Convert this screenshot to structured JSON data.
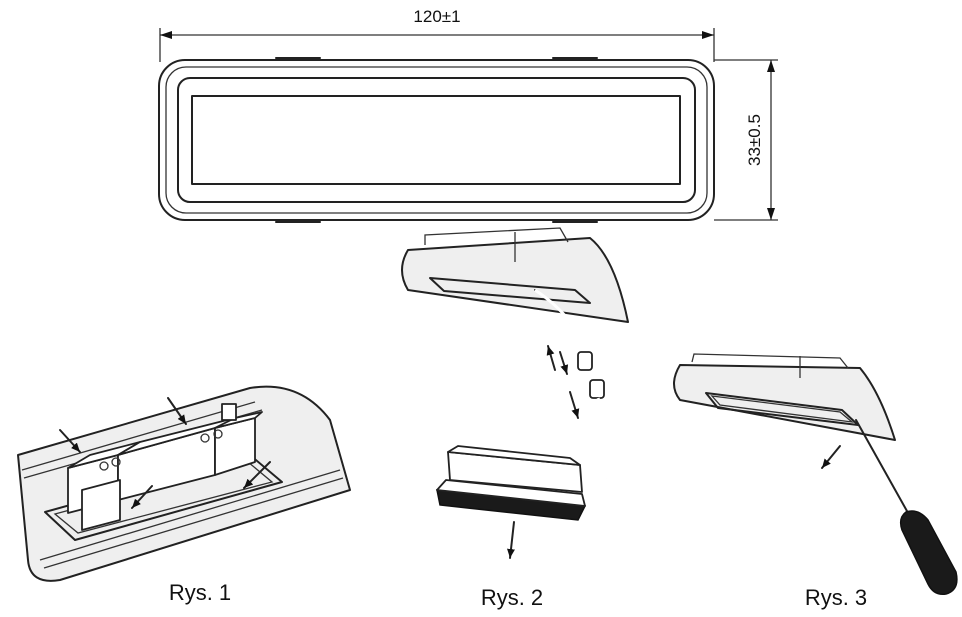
{
  "dimensions": {
    "width_label": "120±1",
    "height_label": "33±0.5"
  },
  "figures": [
    {
      "label": "Rys. 1"
    },
    {
      "label": "Rys. 2"
    },
    {
      "label": "Rys. 3"
    }
  ]
}
